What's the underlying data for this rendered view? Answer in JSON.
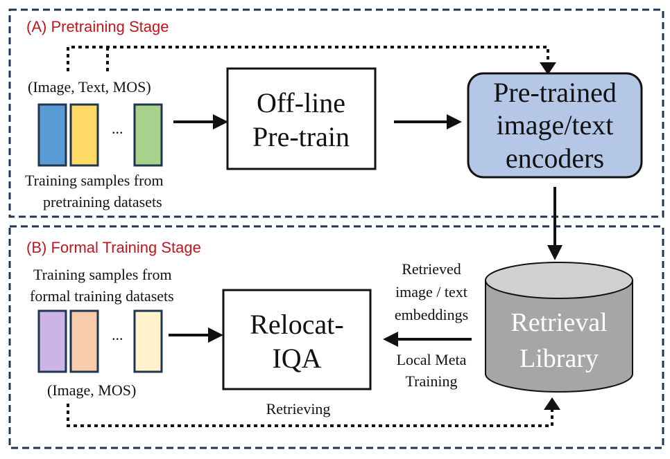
{
  "stage_a": {
    "title": "(A) Pretraining Stage",
    "input_label": "(Image, Text, MOS)",
    "samples_caption": [
      "Training samples from",
      "pretraining datasets"
    ],
    "pretrain_box": [
      "Off-line",
      "Pre-train"
    ],
    "encoders_box": [
      "Pre-trained",
      "image/text",
      "encoders"
    ]
  },
  "stage_b": {
    "title": "(B) Formal Training Stage",
    "samples_caption": [
      "Training samples from",
      "formal training datasets"
    ],
    "input_label": "(Image, MOS)",
    "model_box": [
      "Relocat-",
      "IQA"
    ],
    "retrieved_label": [
      "Retrieved",
      "image / text",
      "embeddings"
    ],
    "meta_label": [
      "Local Meta",
      "Training"
    ],
    "retrieving_label": "Retrieving",
    "library": [
      "Retrieval",
      "Library"
    ]
  },
  "ellipsis": "...",
  "colors": {
    "frame": "#1f3550",
    "stage_title": "#c0151b",
    "encoder_fill": "#b4c7e7",
    "library_fill": "#a6a6a6",
    "library_top": "#d0d0d0",
    "sample_colors_a": [
      "#5b9bd5",
      "#ffd966",
      "#a9d18e"
    ],
    "sample_colors_b": [
      "#cdb4e6",
      "#f8cbad",
      "#fff2cc"
    ]
  }
}
